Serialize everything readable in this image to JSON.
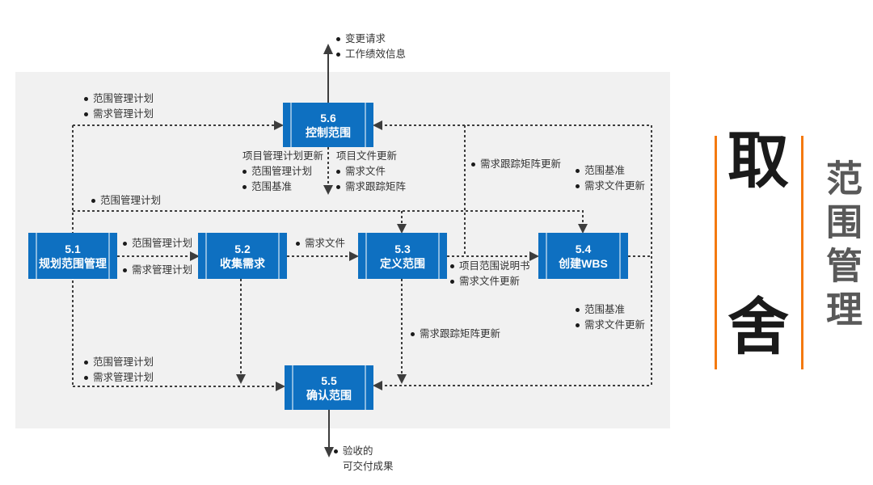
{
  "colors": {
    "box-blue": "#0e70c1",
    "accent-orange": "#f4790f",
    "line-dark": "#3d3d3d",
    "panel-gray": "#f1f1f1",
    "label-text": "#333333",
    "big-text": "#1a1a1a",
    "side-gray": "#595959"
  },
  "processes": [
    {
      "id": "5.1",
      "name": "规划范围管理"
    },
    {
      "id": "5.2",
      "name": "收集需求"
    },
    {
      "id": "5.3",
      "name": "定义范围"
    },
    {
      "id": "5.4",
      "name": "创建WBS"
    },
    {
      "id": "5.5",
      "name": "确认范围"
    },
    {
      "id": "5.6",
      "name": "控制范围"
    }
  ],
  "annotations": {
    "top_output": {
      "items": [
        "变更请求",
        "工作绩效信息"
      ]
    },
    "input_to_56_left": {
      "items": [
        "范围管理计划",
        "需求管理计划"
      ]
    },
    "plan_to_54": {
      "items": [
        "范围管理计划"
      ]
    },
    "pm_plan_updates": {
      "header": "项目管理计划更新",
      "items": [
        "范围管理计划",
        "范围基准"
      ]
    },
    "project_doc_updates": {
      "header": "项目文件更新",
      "items": [
        "需求文件",
        "需求跟踪矩阵"
      ]
    },
    "matrix_update_to_56": {
      "items": [
        "需求跟踪矩阵更新"
      ]
    },
    "baseline_to_56": {
      "items": [
        "范围基准",
        "需求文件更新"
      ]
    },
    "out_51_to_52": {
      "items": [
        "范围管理计划",
        "需求管理计划"
      ]
    },
    "out_52_to_53": {
      "items": [
        "需求文件"
      ]
    },
    "out_53_to_54": {
      "items": [
        "项目范围说明书",
        "需求文件更新"
      ]
    },
    "matrix_update_to_55": {
      "items": [
        "需求跟踪矩阵更新"
      ]
    },
    "baseline_to_55": {
      "items": [
        "范围基准",
        "需求文件更新"
      ]
    },
    "input_to_55_left": {
      "items": [
        "范围管理计划",
        "需求管理计划"
      ]
    },
    "bottom_output": {
      "items": [
        "验收的",
        "可交付成果"
      ]
    }
  },
  "side_panel": {
    "big_char_top": "取",
    "big_char_bottom": "舍",
    "vertical_label": "范围管理"
  }
}
